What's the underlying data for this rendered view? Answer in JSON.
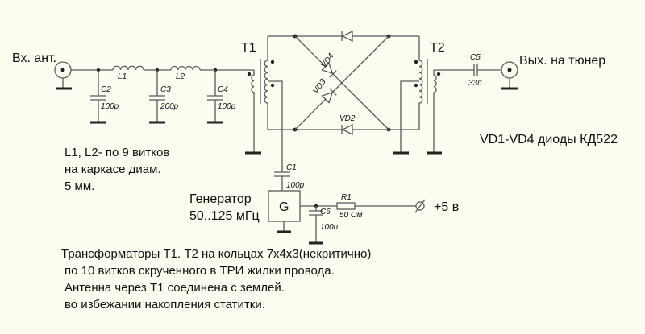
{
  "input_label": "Вх. ант.",
  "output_label": "Вых. на тюнер",
  "transformers": {
    "t1": "T1",
    "t2": "T2"
  },
  "components": {
    "l1": "L1",
    "l2": "L2",
    "c1": "C1",
    "c1_value": "100p",
    "c2": "C2",
    "c2_value": "100p",
    "c3": "C3",
    "c3_value": "200p",
    "c4": "C4",
    "c4_value": "100p",
    "c5": "C5",
    "c5_value": "33п",
    "c6": "C6",
    "c6_value": "100п",
    "r1": "R1",
    "r1_value": "50 Ом",
    "vd2": "VD2",
    "vd3": "VD3",
    "vd4": "VD4",
    "generator_symbol": "G"
  },
  "supply_label": "+5 в",
  "diode_note": "VD1-VD4 диоды КД522",
  "coil_note": [
    "L1, L2- по 9 витков",
    "на каркасе диам.",
    "5 мм."
  ],
  "generator_note": [
    "Генератор",
    "50..125 мГц"
  ],
  "bottom_notes": [
    "Трансформаторы Т1. Т2 на кольцах 7х4х3(некритично)",
    "по 10 витков скрученного в ТРИ жилки провода.",
    "Антенна через Т1 соединена с землей.",
    "во избежании накопления статитки."
  ]
}
